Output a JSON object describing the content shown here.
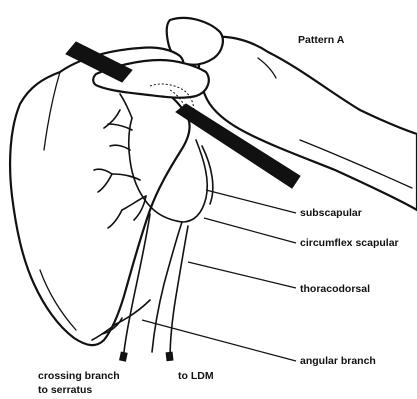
{
  "title": "Pattern A",
  "labels": {
    "subscapular": "subscapular",
    "circumflex_scapular": "circumflex scapular",
    "thoracodorsal": "thoracodorsal",
    "angular_branch": "angular branch",
    "crossing_branch_line1": "crossing branch",
    "crossing_branch_line2": "to serratus",
    "to_ldm": "to LDM"
  }
}
